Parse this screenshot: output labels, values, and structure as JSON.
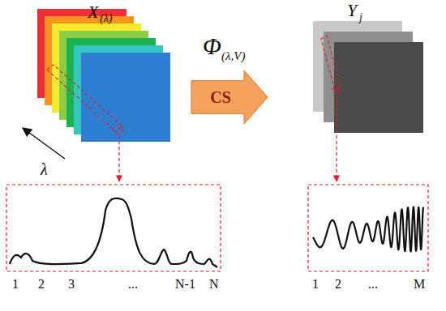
{
  "diagram": {
    "nodes": [
      {
        "text": [
          "CS"
        ]
      }
    ],
    "labels": [
      "X",
      "(λ)",
      "λ",
      "Φ",
      "(λ,V)",
      "Y",
      "j",
      "1",
      "2",
      "3",
      "...",
      "N-1",
      "N",
      "1",
      "2",
      "...",
      "M"
    ]
  }
}
